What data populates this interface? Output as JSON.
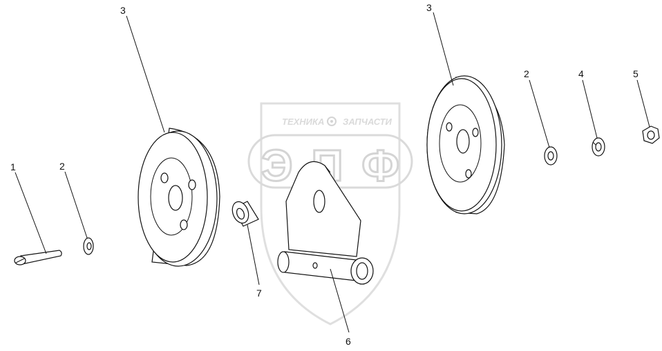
{
  "watermark": {
    "brand_line": "ТЕХНИКА",
    "brand_line_2": "ЗАПЧАСТИ",
    "logo_letters": "ЭПФ"
  },
  "callouts": {
    "c1": "1",
    "c2_left": "2",
    "c3_left": "3",
    "c3_right": "3",
    "c2_right": "2",
    "c4": "4",
    "c5": "5",
    "c6": "6",
    "c7": "7"
  }
}
